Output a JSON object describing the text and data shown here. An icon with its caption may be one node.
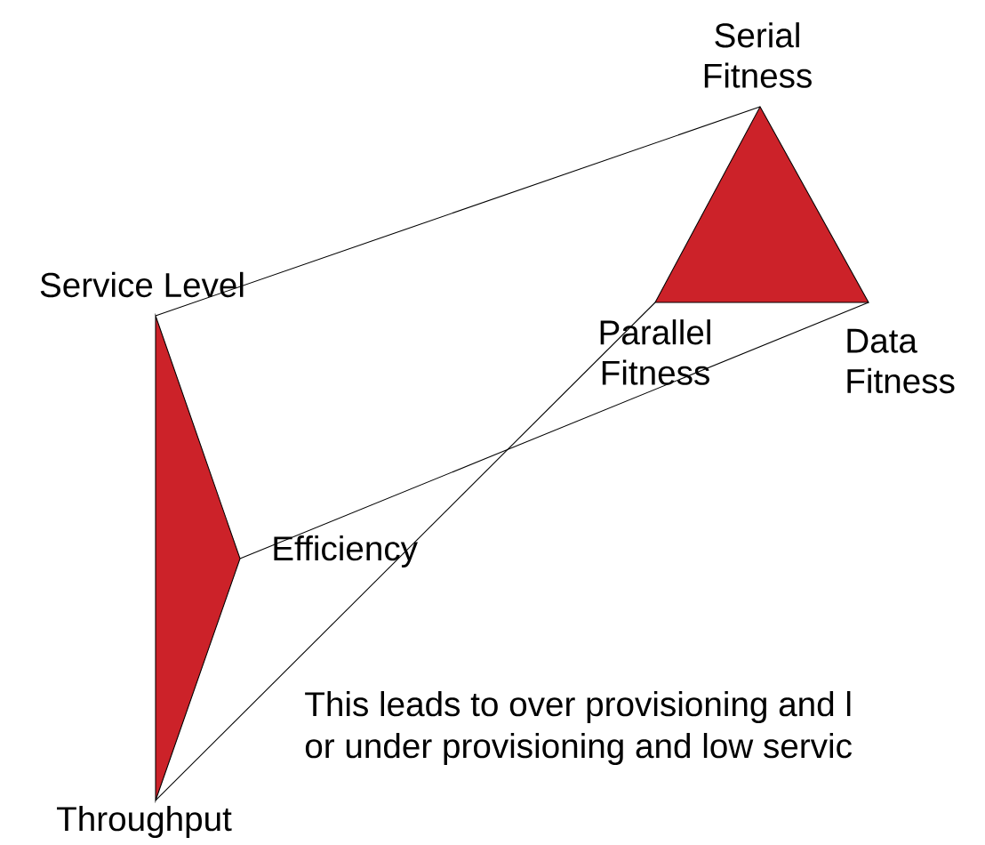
{
  "diagram": {
    "nodes": [
      {
        "text": [],
        "shape": "triangle"
      },
      {
        "text": [],
        "shape": "triangle"
      }
    ],
    "edges": [
      {
        "from": 0,
        "to": 1,
        "arrow": "none"
      },
      {
        "from": 0,
        "to": 1,
        "arrow": "none"
      },
      {
        "from": 0,
        "to": 1,
        "arrow": "none"
      }
    ],
    "labels": [
      "Serial Fitness",
      "Service Level",
      "Parallel Fitness",
      "Data Fitness",
      "Efficiency",
      "This leads to over provisioning and l",
      "or under provisioning and low servic",
      "Throughput"
    ]
  }
}
